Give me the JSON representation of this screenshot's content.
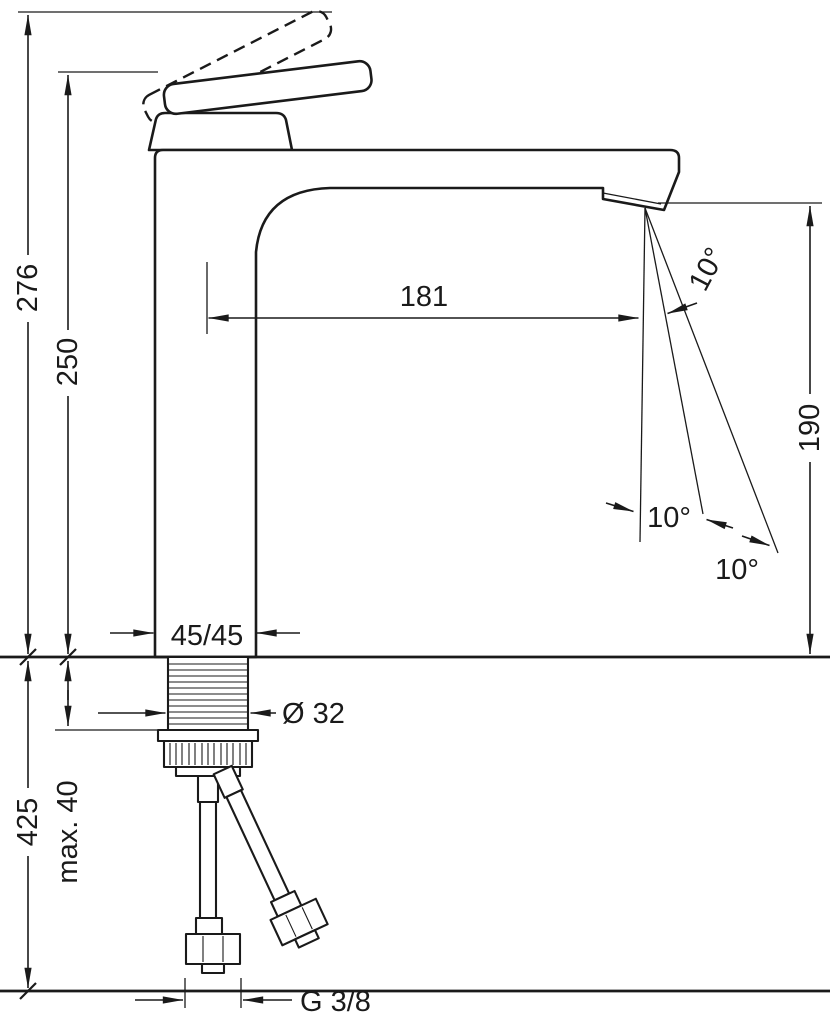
{
  "colors": {
    "line": "#1a1a1a",
    "background": "#ffffff"
  },
  "dims": {
    "total_height": "276",
    "height_to_spout": "250",
    "spout_reach": "181",
    "outlet_height": "190",
    "angle_aerator": "10°",
    "angle_inner": "10°",
    "angle_outer": "10°",
    "body_section": "45/45",
    "hole_diameter": "Ø 32",
    "length_below_deck": "425",
    "max_deck_thickness": "max. 40",
    "connection_thread": "G 3/8"
  }
}
